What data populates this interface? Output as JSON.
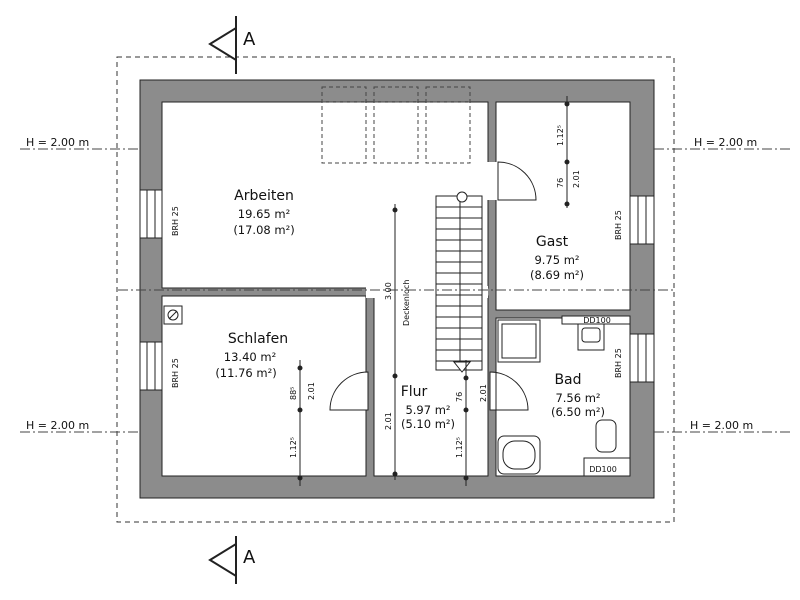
{
  "section_label": "A",
  "rooms": [
    {
      "name": "Arbeiten",
      "area": "19.65 m²",
      "area_net": "(17.08 m²)"
    },
    {
      "name": "Gast",
      "area": "9.75 m²",
      "area_net": "(8.69 m²)"
    },
    {
      "name": "Schlafen",
      "area": "13.40 m²",
      "area_net": "(11.76 m²)"
    },
    {
      "name": "Flur",
      "area": "5.97 m²",
      "area_net": "(5.10 m²)"
    },
    {
      "name": "Bad",
      "area": "7.56 m²",
      "area_net": "(6.50 m²)"
    }
  ],
  "height_markers": [
    "H = 2.00 m",
    "H = 2.00 m",
    "H = 2.00 m",
    "H = 2.00 m"
  ],
  "sill_labels": [
    "BRH 25",
    "BRH 25",
    "BRH 25",
    "BRH 25"
  ],
  "fixture_labels": [
    "DD100",
    "DD100"
  ],
  "deckenloch": "Deckenloch",
  "dimensions": {
    "gast_top": "1.12⁵",
    "gast_door": "76",
    "gast_height": "2.01",
    "opening_height": "3.00",
    "schlafen_upper": "88⁵",
    "schlafen_door": "2.01",
    "schlafen_lower": "1.12⁵",
    "flur_left": "2.01",
    "flur_door": "76",
    "flur_right": "2.01",
    "flur_lower": "1.12⁵"
  }
}
